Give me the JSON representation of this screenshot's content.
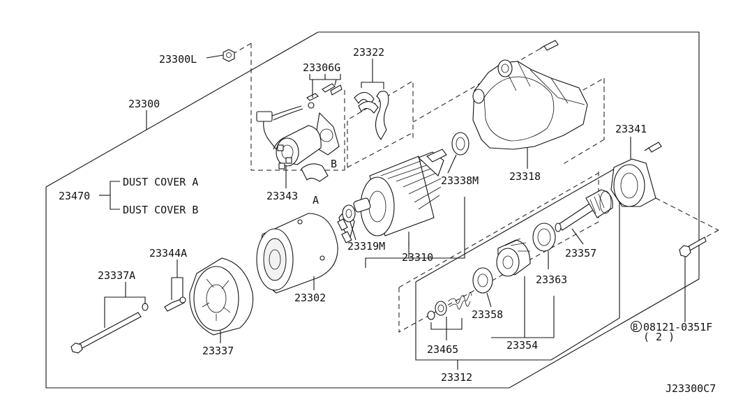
{
  "labels": {
    "p23300L": "23300L",
    "p23306G": "23306G",
    "p23322": "23322",
    "p23300": "23300",
    "p23343": "23343",
    "mark_b": "B",
    "mark_a": "A",
    "p23470": "23470",
    "dust_a": "DUST COVER  A",
    "dust_b": "DUST COVER  B",
    "p23338M": "23338M",
    "p23318": "23318",
    "p23341": "23341",
    "p23319M": "23319M",
    "p23310": "23310",
    "p23357": "23357",
    "p23344A": "23344A",
    "p23337A": "23337A",
    "p23302": "23302",
    "p23363": "23363",
    "p23358": "23358",
    "p23337": "23337",
    "p23354": "23354",
    "p23465": "23465",
    "bolt_b": "B",
    "bolt_part": "08121-0351F",
    "bolt_qty": "( 2 )",
    "p23312": "23312",
    "diagram_id": "J23300C7"
  }
}
